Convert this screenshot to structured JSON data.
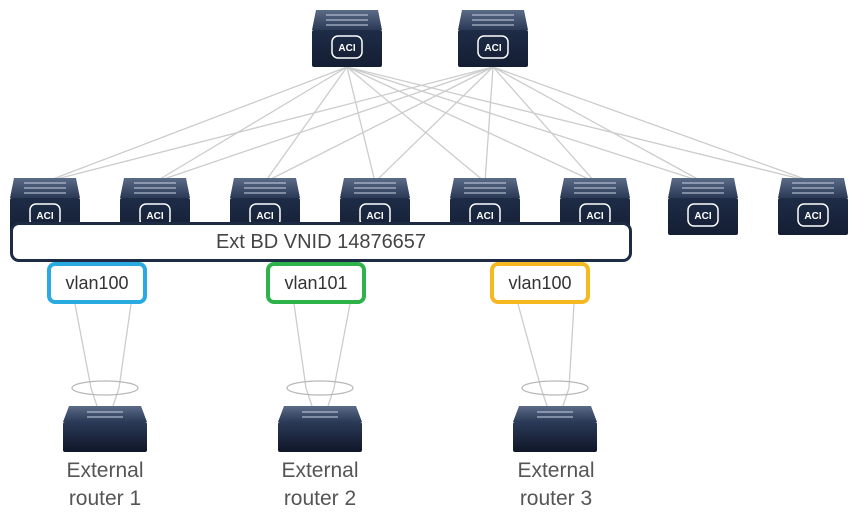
{
  "spine_switches": [
    {
      "badge": "ACI"
    },
    {
      "badge": "ACI"
    }
  ],
  "leaf_switches": [
    {
      "badge": "ACI"
    },
    {
      "badge": "ACI"
    },
    {
      "badge": "ACI"
    },
    {
      "badge": "ACI"
    },
    {
      "badge": "ACI"
    },
    {
      "badge": "ACI"
    },
    {
      "badge": "ACI"
    },
    {
      "badge": "ACI"
    }
  ],
  "bridge_domain": {
    "label": "Ext BD VNID 14876657"
  },
  "vlans": [
    {
      "label": "vlan100",
      "color": "#29abe2"
    },
    {
      "label": "vlan101",
      "color": "#2db34a"
    },
    {
      "label": "vlan100",
      "color": "#f5b820"
    }
  ],
  "routers": [
    {
      "line1": "External",
      "line2": "router 1"
    },
    {
      "line1": "External",
      "line2": "router 2"
    },
    {
      "line1": "External",
      "line2": "router 3"
    }
  ],
  "colors": {
    "switch_body": "#1d2b45",
    "switch_top": "#3a4a66",
    "link_line": "#cccccc",
    "bd_border": "#1d2b45"
  }
}
